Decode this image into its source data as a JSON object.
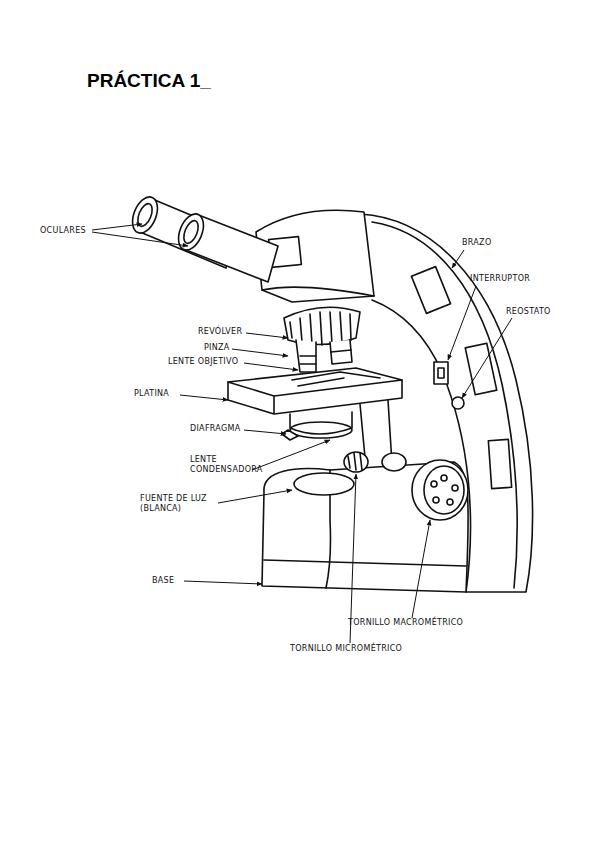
{
  "diagram": {
    "title": "PRÁCTICA 1_",
    "labels": [
      "OCULARES",
      "BRAZO",
      "INTERRUPTOR",
      "REOSTATO",
      "REVÓLVER",
      "PINZA",
      "LENTE OBJETIVO",
      "PLATINA",
      "DIAFRAGMA",
      "LENTE CONDENSADORA",
      "FUENTE DE LUZ (BLANCA)",
      "BASE",
      "TORNILLO MACROMÉTRICO",
      "TORNILLO MICROMÉTRICO"
    ]
  }
}
